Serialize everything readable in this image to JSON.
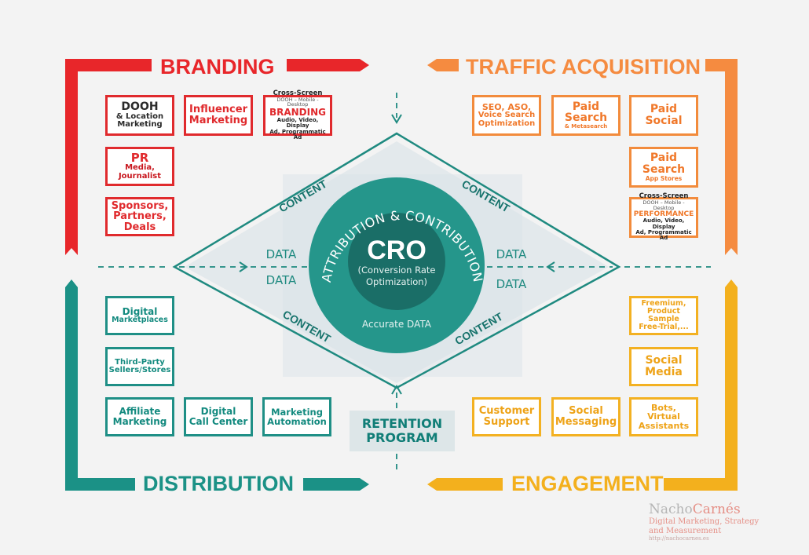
{
  "colors": {
    "red": "#e8262a",
    "orange": "#f58b40",
    "teal": "#1b9186",
    "yellow": "#f3b01d",
    "dark_teal": "#1f8a80",
    "circle": "#25968b",
    "circle_inner": "#1a6e67"
  },
  "quadrants": {
    "branding": "BRANDING",
    "traffic": "TRAFFIC ACQUISITION",
    "distribution": "DISTRIBUTION",
    "engagement": "ENGAGEMENT"
  },
  "boxes": {
    "dooh": [
      "DOOH",
      "& Location",
      "Marketing"
    ],
    "influencer": [
      "Influencer",
      "Marketing"
    ],
    "cross_branding": [
      "Cross-Screen",
      "DOOH – Mobile - Desktop",
      "BRANDING",
      "Audio, Video, Display",
      "Ad, Programmatic Ad"
    ],
    "pr": [
      "PR",
      "Media,",
      "Journalist"
    ],
    "sponsors": [
      "Sponsors,",
      "Partners,",
      "Deals"
    ],
    "seo": [
      "SEO, ASO,",
      "Voice Search",
      "Optimization"
    ],
    "paid_search_meta": [
      "Paid",
      "Search",
      "& Metasearch"
    ],
    "paid_social": [
      "Paid",
      "Social"
    ],
    "paid_search_app": [
      "Paid",
      "Search",
      "App Stores"
    ],
    "cross_performance": [
      "Cross-Screen",
      "DOOH – Mobile - Desktop",
      "PERFORMANCE",
      "Audio, Video, Display",
      "Ad, Programmatic Ad"
    ],
    "digital_marketplaces": [
      "Digital",
      "Marketplaces"
    ],
    "third_party": [
      "Third-Party",
      "Sellers/Stores"
    ],
    "affiliate": [
      "Affiliate",
      "Marketing"
    ],
    "call_center": [
      "Digital",
      "Call Center"
    ],
    "marketing_automation": [
      "Marketing",
      "Automation"
    ],
    "freemium": [
      "Freemium,",
      "Product Sample",
      "Free-Trial,..."
    ],
    "social_media": [
      "Social",
      "Media"
    ],
    "customer_support": [
      "Customer",
      "Support"
    ],
    "social_messaging": [
      "Social",
      "Messaging"
    ],
    "bots": [
      "Bots, Virtual",
      "Assistants"
    ]
  },
  "retention": [
    "RETENTION",
    "PROGRAM"
  ],
  "diamond": {
    "content": "CONTENT",
    "data": "DATA"
  },
  "circle": {
    "arc_text": "ATTRIBUTION & CONTRIBUTION",
    "cro": "CRO",
    "cro_sub1": "(Conversion Rate",
    "cro_sub2": "Optimization)",
    "accurate": "Accurate DATA"
  },
  "logo": {
    "brand_a": "Nacho",
    "brand_b": "Carnés",
    "tag1": "Digital Marketing, Strategy",
    "tag2": "and Measurement",
    "url": "http://nachocarnes.es"
  }
}
